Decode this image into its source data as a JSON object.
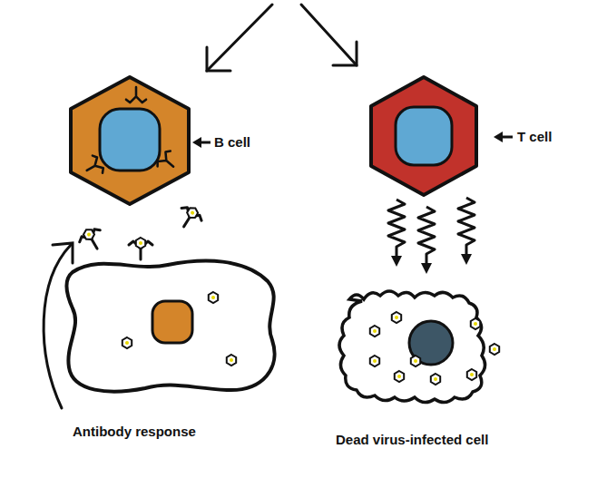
{
  "diagram": {
    "nodes": [
      {
        "text": [
          "B cell"
        ]
      },
      {
        "text": [
          "T cell"
        ]
      }
    ],
    "labels": [
      "Antibody response",
      "Dead virus-infected cell"
    ]
  }
}
